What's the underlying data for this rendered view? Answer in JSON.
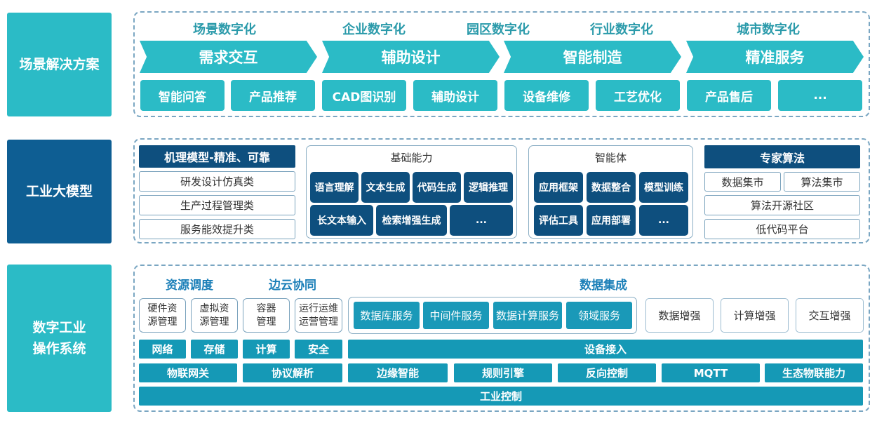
{
  "layers": {
    "scene": {
      "title": "场景解决方案",
      "categories": [
        "场景数字化",
        "企业数字化",
        "园区数字化",
        "行业数字化",
        "城市数字化"
      ],
      "chevrons": [
        "需求交互",
        "辅助设计",
        "智能制造",
        "精准服务"
      ],
      "items": [
        "智能问答",
        "产品推荐",
        "CAD图识别",
        "辅助设计",
        "设备维修",
        "工艺优化",
        "产品售后",
        "..."
      ]
    },
    "model": {
      "title": "工业大模型",
      "mechanism": {
        "title": "机理模型-精准、可靠",
        "items": [
          "研发设计仿真类",
          "生产过程管理类",
          "服务能效提升类"
        ]
      },
      "basic": {
        "title": "基础能力",
        "items": [
          "语言理解",
          "文本生成",
          "代码生成",
          "逻辑推理",
          "长文本输入",
          "检索增强生成",
          "..."
        ]
      },
      "agent": {
        "title": "智能体",
        "items": [
          "应用框架",
          "数据整合",
          "模型训练",
          "评估工具",
          "应用部署",
          "..."
        ]
      },
      "expert": {
        "title": "专家算法",
        "items": [
          "数据集市",
          "算法集市",
          "算法开源社区",
          "低代码平台"
        ]
      }
    },
    "os": {
      "title_line1": "数字工业",
      "title_line2": "操作系统",
      "resource_title": "资源调度",
      "edge_title": "边云协同",
      "data_title": "数据集成",
      "resource": [
        {
          "l1": "硬件资",
          "l2": "源管理"
        },
        {
          "l1": "虚拟资",
          "l2": "源管理"
        }
      ],
      "edge": [
        {
          "l1": "容器",
          "l2": "管理"
        },
        {
          "l1": "运行运维",
          "l2": "运营管理"
        }
      ],
      "data_items": [
        "数据库服务",
        "中间件服务",
        "数据计算服务",
        "领域服务"
      ],
      "enhance": [
        "数据增强",
        "计算增强",
        "交互增强"
      ],
      "row1": [
        "网络",
        "存储",
        "计算",
        "安全"
      ],
      "device_access": "设备接入",
      "row2": [
        "物联网关",
        "协议解析",
        "边缘智能",
        "规则引擎",
        "反向控制",
        "MQTT",
        "生态物联能力"
      ],
      "industrial_control": "工业控制"
    }
  },
  "colors": {
    "teal": "#2bbbc6",
    "navy": "#0e4f7e",
    "side_navy": "#0e5e93",
    "bar_blue": "#1599b6",
    "dashed_border": "#7aa6c2"
  }
}
